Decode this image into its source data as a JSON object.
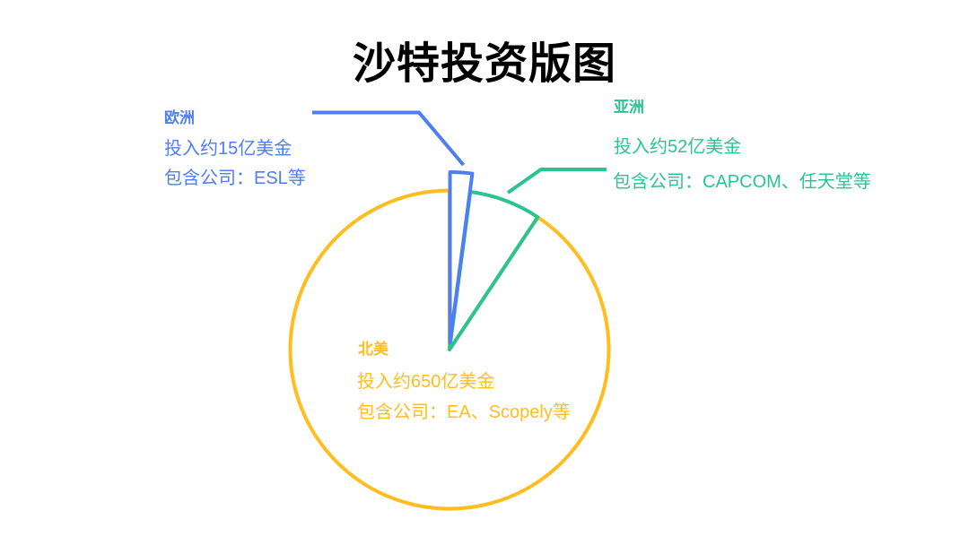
{
  "title": "沙特投资版图",
  "chart_data": {
    "type": "pie",
    "title": "沙特投资版图",
    "unit": "亿美金",
    "categories": [
      "欧洲",
      "亚洲",
      "北美"
    ],
    "values": [
      15,
      52,
      650
    ],
    "percentages": [
      2.1,
      7.3,
      90.7
    ],
    "colors": [
      "#4f7df2",
      "#2bc490",
      "#ffbd1f"
    ],
    "start_angle_deg": 0,
    "direction": "clockwise",
    "style": "outline-only, white fill",
    "exploded_category": "欧洲",
    "legend_position": "none",
    "background": "#ffffff",
    "annotations": [
      {
        "category": "欧洲",
        "line1": "投入约15亿美金",
        "line2": "包含公司：ESL等"
      },
      {
        "category": "亚洲",
        "line1": "投入约52亿美金",
        "line2": "包含公司：CAPCOM、任天堂等"
      },
      {
        "category": "北美",
        "line1": "投入约650亿美金",
        "line2": "包含公司：EA、Scopely等"
      }
    ]
  }
}
